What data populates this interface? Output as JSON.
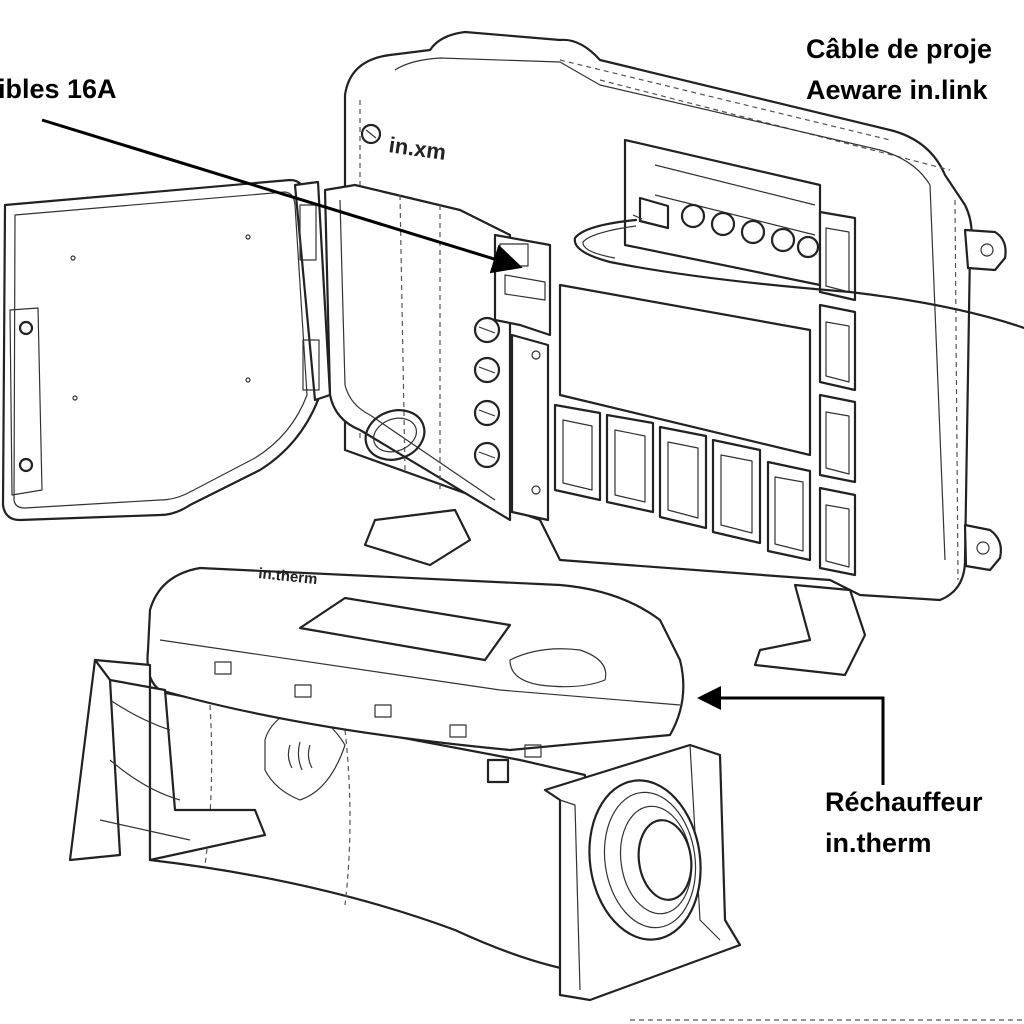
{
  "labels": {
    "fuses": "ibles 16A",
    "cable_line1": "Câble de proje",
    "cable_line2": "Aeware in.link",
    "heater_line1": "Réchauffeur",
    "heater_line2": "in.therm"
  },
  "device_marks": {
    "controller_logo": "in.xm",
    "heater_logo": "in.therm"
  },
  "colors": {
    "ink": "#222222",
    "background": "#ffffff"
  }
}
